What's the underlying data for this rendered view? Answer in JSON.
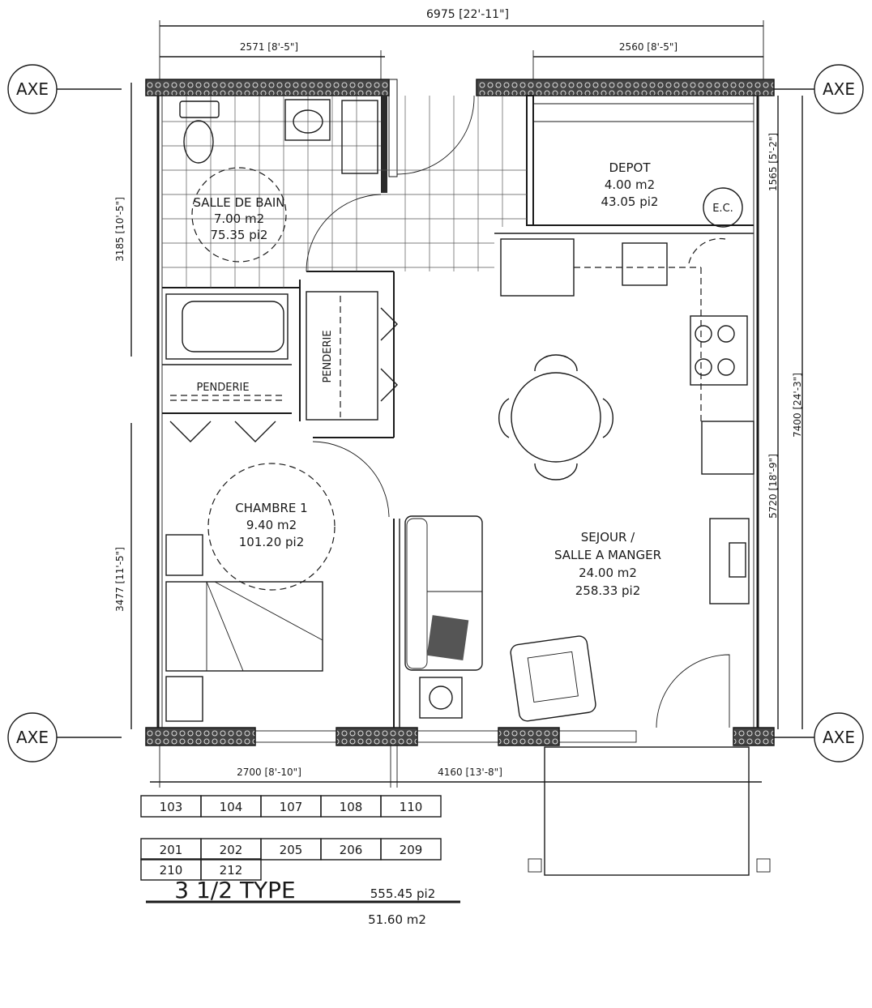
{
  "axis_label": "AXE",
  "dimensions": {
    "overall_width": "6975 [22'-11\"]",
    "top_left": "2571 [8'-5\"]",
    "top_right": "2560 [8'-5\"]",
    "left_upper": "3185 [10'-5\"]",
    "left_lower": "3477 [11'-5\"]",
    "right_upper": "1565 [5'-2\"]",
    "right_lower": "5720 [18'-9\"]",
    "overall_depth": "7400 [24'-3\"]",
    "bottom_left": "2700 [8'-10\"]",
    "bottom_right": "4160 [13'-8\"]"
  },
  "rooms": {
    "bathroom": {
      "name": "SALLE DE BAIN",
      "area_m2": "7.00 m2",
      "area_ft2": "75.35 pi2"
    },
    "storage": {
      "name": "DEPOT",
      "area_m2": "4.00 m2",
      "area_ft2": "43.05 pi2"
    },
    "water_heater": "E.C.",
    "closet_hall": "PENDERIE",
    "closet_vertical": "PENDERIE",
    "bedroom": {
      "name": "CHAMBRE 1",
      "area_m2": "9.40 m2",
      "area_ft2": "101.20 pi2"
    },
    "living": {
      "name_line1": "SEJOUR /",
      "name_line2": "SALLE A MANGER",
      "area_m2": "24.00 m2",
      "area_ft2": "258.33 pi2"
    }
  },
  "units": {
    "row1": [
      "103",
      "104",
      "107",
      "108",
      "110"
    ],
    "row2": [
      "201",
      "202",
      "205",
      "206",
      "209"
    ],
    "row3": [
      "210",
      "212"
    ]
  },
  "title": {
    "type": "3 1/2 TYPE",
    "area_ft2": "555.45 pi2",
    "area_m2": "51.60 m2"
  }
}
